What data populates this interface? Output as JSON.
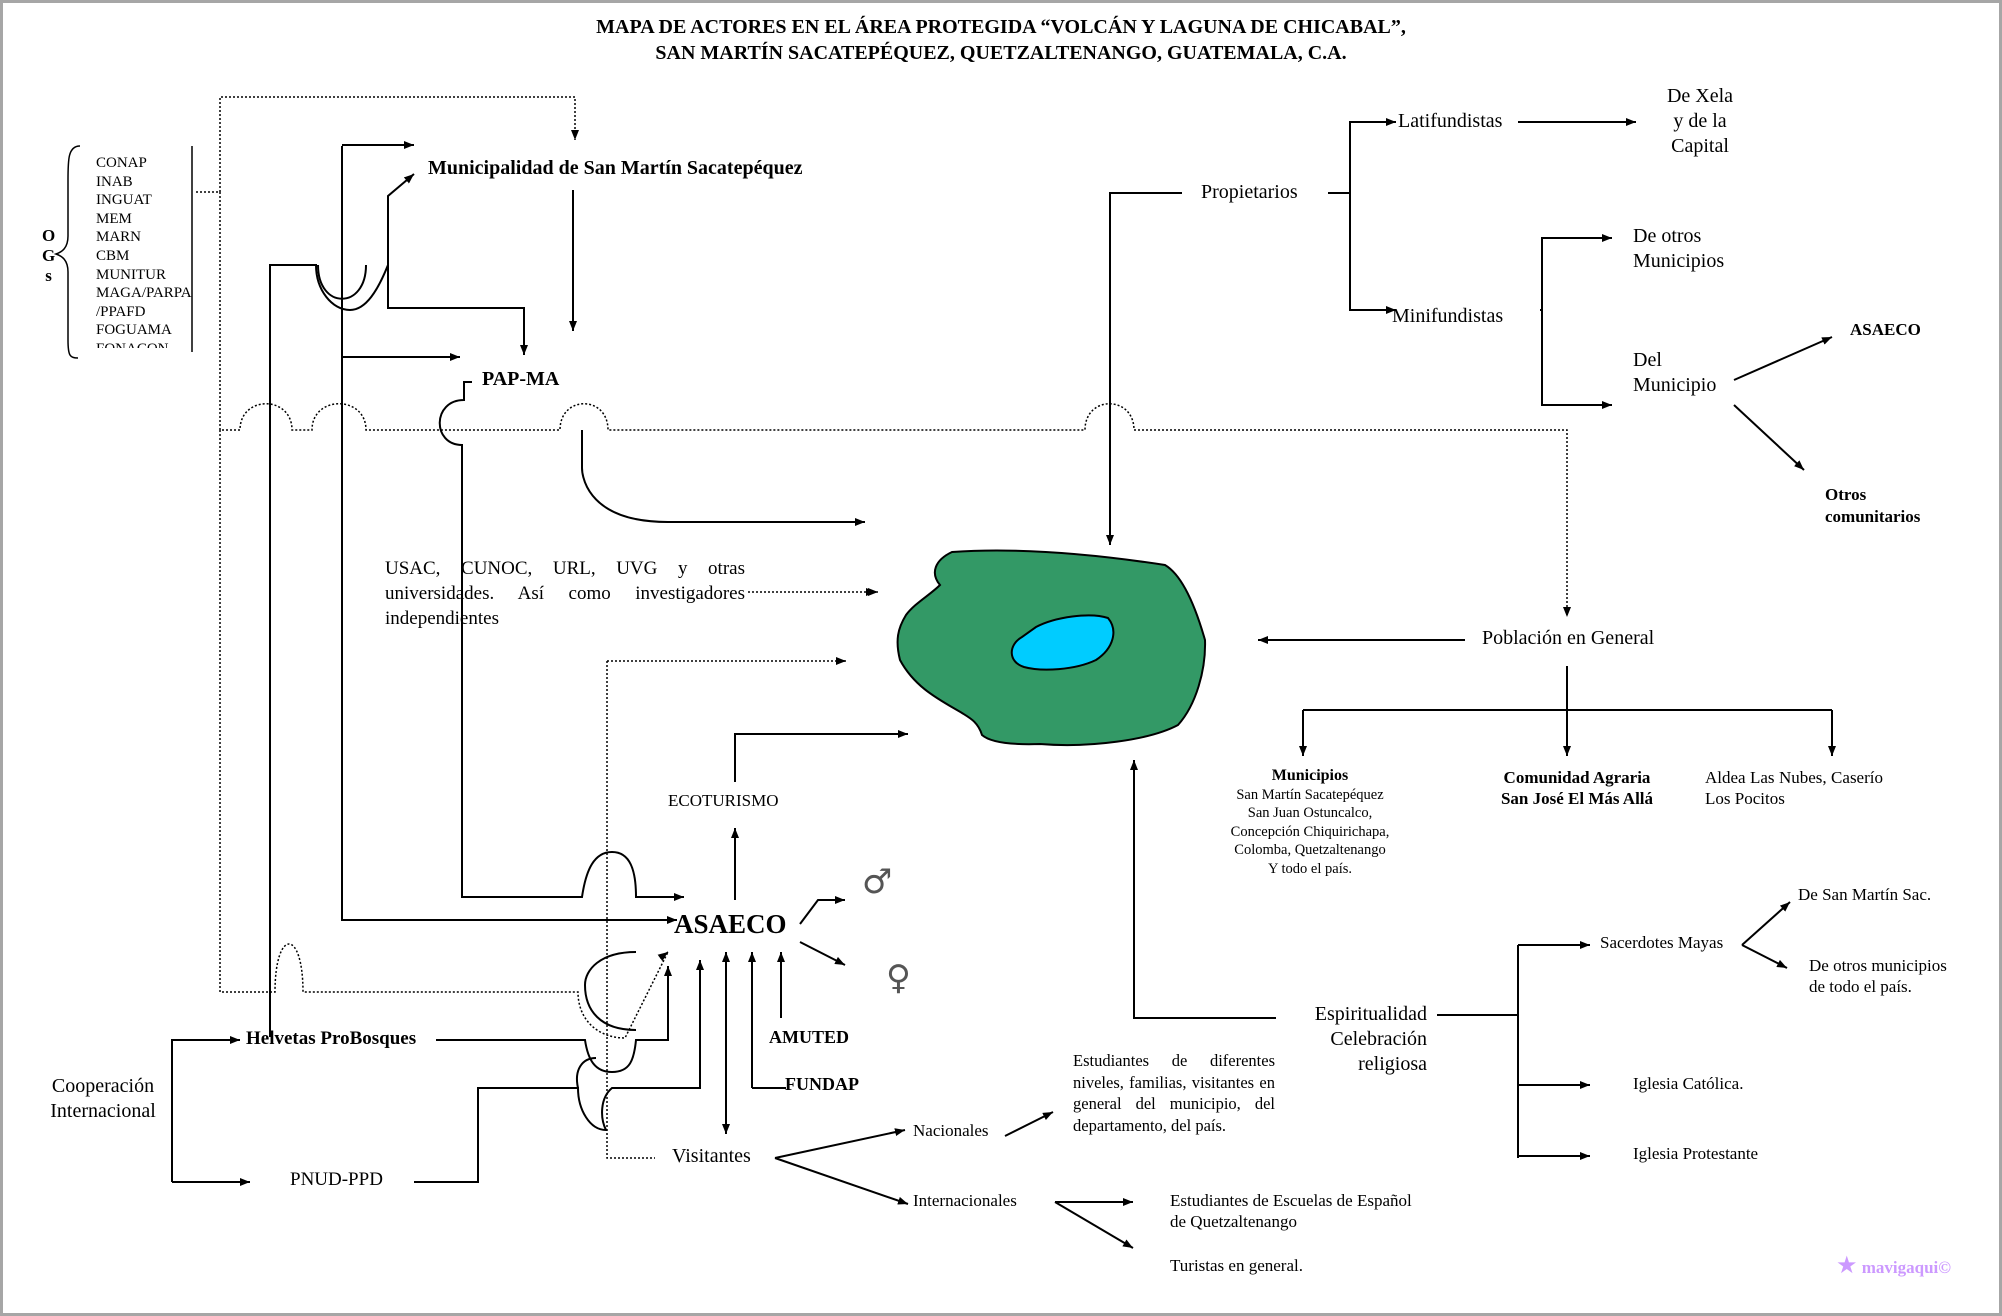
{
  "title": {
    "line1": "MAPA DE ACTORES  EN EL ÁREA PROTEGIDA  “VOLCÁN Y LAGUNA DE CHICABAL”,",
    "line2": "SAN MARTÍN SACATEPÉQUEZ, QUETZALTENANGO, GUATEMALA, C.A."
  },
  "ogs": {
    "label": [
      "O",
      "G",
      "s"
    ],
    "items": [
      "CONAP",
      "INAB",
      "INGUAT",
      "MEM",
      "MARN",
      "CBM",
      "MUNITUR",
      "MAGA/PARPA",
      "/PPAFD",
      "FOGUAMA",
      "FONACON"
    ]
  },
  "nodes": {
    "municipalidad": "Municipalidad de San  Martín Sacatepéquez",
    "pap_ma": "PAP-MA",
    "universidades": "USAC, CUNOC, URL, UVG  y otras universidades.  Así como   investigadores independientes",
    "ecoturismo": "ECOTURISMO",
    "asaeco_main": "ASAECO",
    "amuted": "AMUTED",
    "fundap": "FUNDAP",
    "helvetas": "Helvetas ProBosques",
    "cooperacion_1": "Cooperación",
    "cooperacion_2": "Internacional",
    "pnud": "PNUD-PPD",
    "visitantes": "Visitantes",
    "nacionales": "Nacionales",
    "internacionales": "Internacionales",
    "estudiantes_niveles": "Estudiantes de diferentes niveles, familias, visitantes en general del municipio, del departamento, del país.",
    "estudiantes_espanol_1": "Estudiantes de Escuelas de Español",
    "estudiantes_espanol_2": "de Quetzaltenango",
    "turistas": "Turistas en general.",
    "propietarios": "Propietarios",
    "latifundistas": "Latifundistas",
    "de_xela_1": "De Xela",
    "de_xela_2": "y de la",
    "de_xela_3": "Capital",
    "minifundistas": "Minifundistas",
    "de_otros_municipios_1": "De otros",
    "de_otros_municipios_2": "Municipios",
    "del_municipio_1": "Del",
    "del_municipio_2": "Municipio",
    "asaeco_small": "ASAECO",
    "otros_comunitarios_1": "Otros",
    "otros_comunitarios_2": "comunitarios",
    "poblacion": "Población en General",
    "municipios_title": "Municipios",
    "municipios_list": [
      "San Martín Sacatepéquez",
      "San Juan Ostuncalco,",
      "Concepción Chiquirichapa,",
      "Colomba, Quetzaltenango",
      "Y  todo el país."
    ],
    "comunidad_1": "Comunidad Agraria",
    "comunidad_2": "San José El Más Allá",
    "aldea": "Aldea    Las    Nubes, Caserío Los Pocitos",
    "espiritualidad_1": "Espiritualidad",
    "espiritualidad_2": "Celebración",
    "espiritualidad_3": "religiosa",
    "sacerdotes": "Sacerdotes Mayas",
    "de_san_martin": "De San Martín Sac.",
    "de_otros_municipios_pais_1": "De otros municipios",
    "de_otros_municipios_pais_2": "de todo el país.",
    "iglesia_catolica": "Iglesia Católica.",
    "iglesia_protestante": "Iglesia Protestante"
  },
  "symbols": {
    "male": "♂",
    "female": "♀"
  },
  "watermark": {
    "star": "★",
    "text": "mavigaqui©"
  },
  "colors": {
    "volcano": "#339966",
    "lagoon": "#00ccff",
    "watermark": "#cc99ff"
  }
}
